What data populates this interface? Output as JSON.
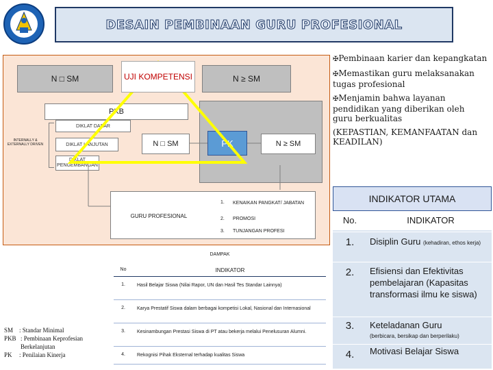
{
  "header": {
    "title": "DESAIN PEMBINAAN  GURU PROFESIONAL"
  },
  "diagram": {
    "uji_kompetensi": "UJI KOMPETENSI",
    "n_lt_sm_top": "N □ SM",
    "n_ge_sm_top": "N ≥ SM",
    "pkb": "PKB",
    "diklat_dasar": "DIKLAT DASAR",
    "diklat_lanjutan": "DIKLAT LANJUTAN",
    "diklat_pengembangan": "DIKLAT PENGEMBANGAN",
    "internally": "INTERNALLY & EXTERNALLY DRIVEN",
    "n_lt_sm_mid": "N □ SM",
    "pk": "PK",
    "n_ge_sm_mid": "N ≥ SM",
    "guru_profesional": "GURU PROFESIONAL",
    "outcomes": [
      {
        "no": "1.",
        "text": "KENAIKAN PANGKAT/ JABATAN"
      },
      {
        "no": "2.",
        "text": "PROMOSI"
      },
      {
        "no": "3.",
        "text": "TUNJANGAN PROFESI"
      }
    ],
    "colors": {
      "panel": "#fbe5d6",
      "gray_box": "#bfbfbf",
      "triangle": "#ffff00",
      "pk_box": "#5b9bd5",
      "uji_text": "#c00000"
    }
  },
  "bullets": [
    "Pembinaan karier dan kepangkatan",
    "Memastikan guru melaksanakan tugas profesional",
    "Menjamin bahwa layanan pendidikan yang diberikan oleh guru berkualitas"
  ],
  "bullet_note": "(KEPASTIAN, KEMANFAATAN dan KEADILAN)",
  "indikator_utama": {
    "title": "INDIKATOR UTAMA",
    "col_no": "No.",
    "col_indikator": "INDIKATOR",
    "rows": [
      {
        "no": "1.",
        "main": "Disiplin Guru",
        "note": "(kehadiran, ethos kerja)"
      },
      {
        "no": "2.",
        "main": "Efisiensi dan Efektivitas pembelajaran (Kapasitas transformasi ilmu ke siswa)",
        "note": ""
      },
      {
        "no": "3.",
        "main": "Keteladanan Guru",
        "note": "(berbicara, bersikap dan berperilaku)"
      },
      {
        "no": "4.",
        "main": "Motivasi Belajar Siswa",
        "note": ""
      }
    ]
  },
  "dampak": {
    "title": "DAMPAK",
    "col_no": "No",
    "col_indikator": "INDIKATOR",
    "rows": [
      {
        "no": "1.",
        "text": "Hasil Belajar Siswa (Nilai Rapor, UN dan Hasil Tes Standar Lainnya)"
      },
      {
        "no": "2.",
        "text": "Karya Prestatif Siswa dalam berbagai kompetisi Lokal, Nasional dan Internasional"
      },
      {
        "no": "3.",
        "text": "Kesinambungan Prestasi Siswa di PT atau bekerja melalui Penelusuran Alumni."
      },
      {
        "no": "4.",
        "text": "Rekognisi Pihak Eksternal terhadap kualitas Siswa"
      }
    ]
  },
  "legend": [
    {
      "abbr": "SM",
      "text": ": Standar Minimal"
    },
    {
      "abbr": "PKB",
      "text": ": Pembinaan Keprofesian Berkelanjutan"
    },
    {
      "abbr": "PK",
      "text": ": Penilaian Kinerja"
    }
  ]
}
